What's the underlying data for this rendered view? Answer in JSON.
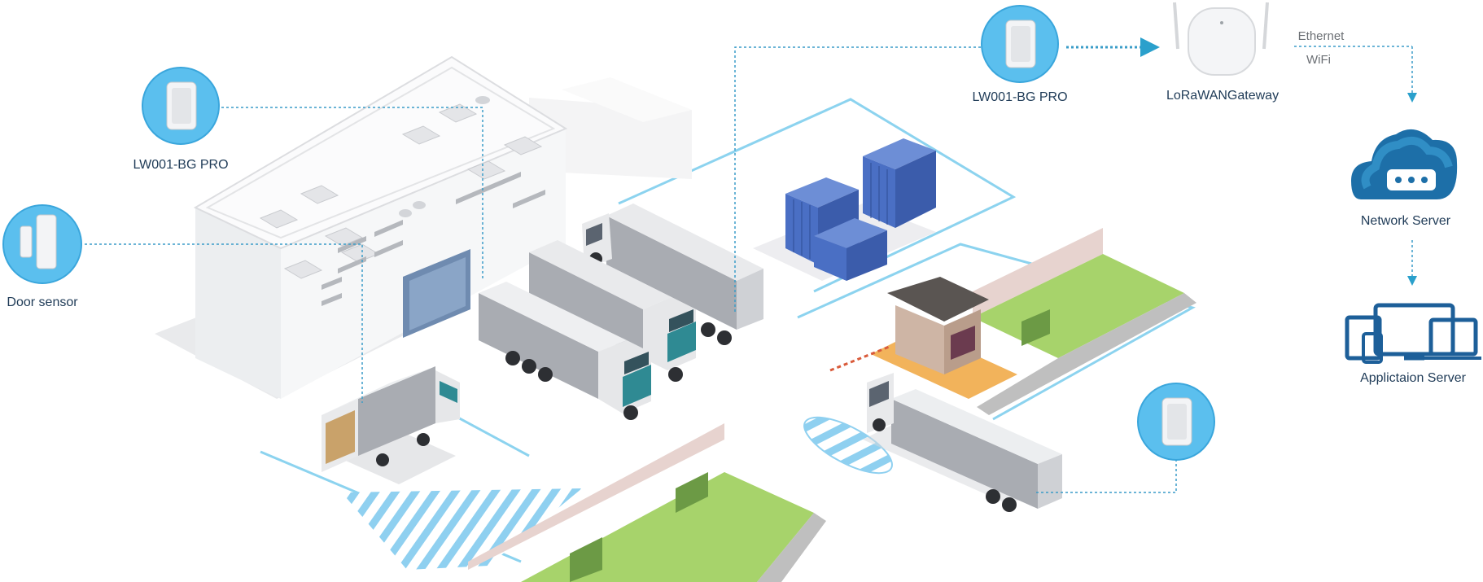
{
  "labels": {
    "tracker_top_left": "LW001-BG PRO",
    "door_sensor": "Door sensor",
    "tracker_top_center": "LW001-BG PRO",
    "gateway": "LoRaWANGateway",
    "ethernet": "Ethernet",
    "wifi": "WiFi",
    "network_server": "Network Server",
    "application_server": "Applictaion Server"
  },
  "colors": {
    "device_circle": "#5bbfee",
    "device_circle_stroke": "#3aa6dc",
    "dotted_line": "#3a9cc8",
    "arrow": "#2aa0cc",
    "label_text": "#1f3b57",
    "cloud_dark": "#1d6fa8",
    "cloud_light": "#3fa7dd",
    "hatch_blue": "#8fd0f0",
    "container_blue": "#4a6fc4",
    "grass_green": "#a7d36b"
  },
  "icons": {
    "tracker": "lw001-bg-pro-tracker-icon",
    "door_sensor": "door-sensor-icon",
    "gateway": "lorawan-gateway-icon",
    "network_server": "cloud-server-icon",
    "application_server": "devices-icon"
  }
}
